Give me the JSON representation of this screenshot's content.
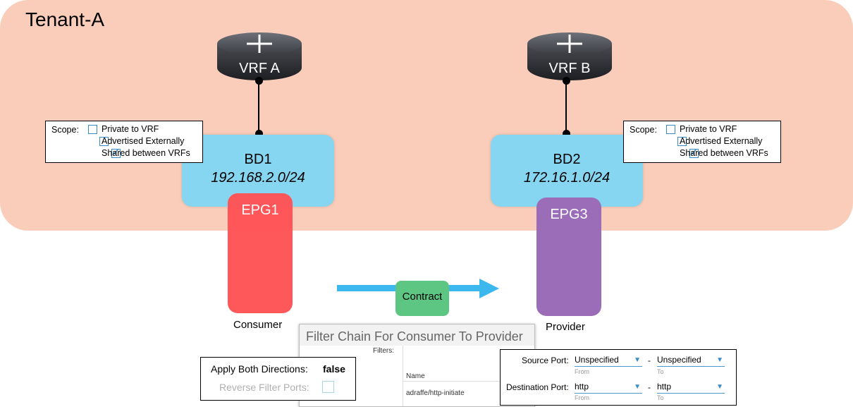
{
  "tenant": {
    "title": "Tenant-A"
  },
  "vrf_a": {
    "label": "VRF A"
  },
  "vrf_b": {
    "label": "VRF B"
  },
  "bd1": {
    "name": "BD1",
    "subnet": "192.168.2.0/24"
  },
  "bd2": {
    "name": "BD2",
    "subnet": "172.16.1.0/24"
  },
  "epg1": {
    "name": "EPG1",
    "role": "Consumer",
    "color": "#ff5356"
  },
  "epg3": {
    "name": "EPG3",
    "role": "Provider",
    "color": "#9b6db8"
  },
  "scope_left": {
    "label": "Scope:",
    "options": [
      {
        "label": "Private to VRF",
        "checked": false
      },
      {
        "label": "Advertised Externally",
        "checked": false
      },
      {
        "label": "Shared between VRFs",
        "checked": true
      }
    ]
  },
  "scope_right": {
    "label": "Scope:",
    "options": [
      {
        "label": "Private to VRF",
        "checked": false
      },
      {
        "label": "Advertised Externally",
        "checked": false
      },
      {
        "label": "Shared between VRFs",
        "checked": true
      }
    ]
  },
  "contract": {
    "label": "Contract",
    "arrow_color": "#3cb8ee"
  },
  "filter_chain": {
    "title": "Filter Chain For Consumer To Provider",
    "filters_label": "Filters:",
    "name_header": "Name",
    "filter_name": "adraffe/http-initiate"
  },
  "apply": {
    "label": "Apply Both Directions:",
    "value": "false",
    "reverse_label": "Reverse Filter Ports:"
  },
  "ports": {
    "source_label": "Source Port:",
    "source_from": "Unspecified",
    "source_to": "Unspecified",
    "dest_label": "Destination Port:",
    "dest_from": "http",
    "dest_to": "http",
    "from_label": "From",
    "to_label": "To",
    "dash": "-"
  }
}
